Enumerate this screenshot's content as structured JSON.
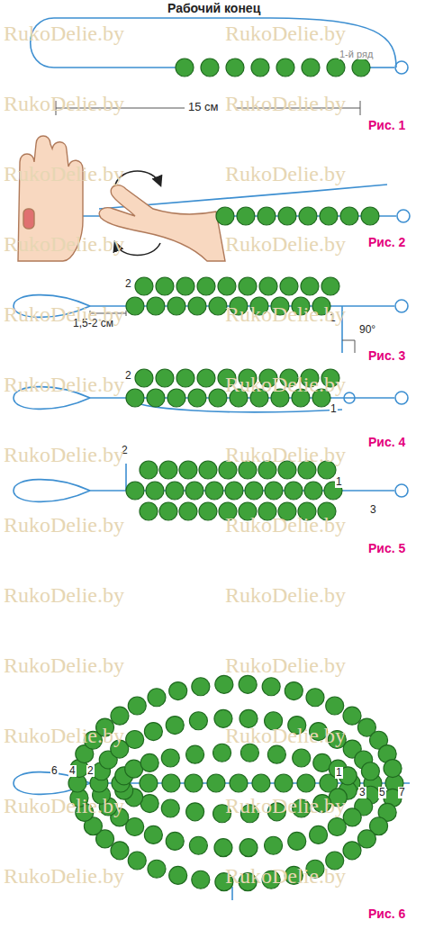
{
  "diagram": {
    "labels": [
      "Рабочий конец",
      "1-й ряд",
      "15 см",
      "Рис. 1",
      "Рис. 2",
      "2",
      "1,5-2 см",
      "1",
      "90°",
      "Рис. 3",
      "2",
      "1",
      "Рис. 4",
      "2",
      "1",
      "3",
      "Рис. 5",
      "6",
      "4",
      "2",
      "1",
      "3",
      "5",
      "7",
      "Рис. 6",
      "RukoDelie.by",
      "RukoDelie.by",
      "RukoDelie.by",
      "RukoDelie.by",
      "RukoDelie.by",
      "RukoDelie.by",
      "RukoDelie.by",
      "RukoDelie.by",
      "RukoDelie.by",
      "RukoDelie.by",
      "RukoDelie.by",
      "RukoDelie.by",
      "RukoDelie.by",
      "RukoDelie.by",
      "RukoDelie.by",
      "RukoDelie.by",
      "RukoDelie.by",
      "RukoDelie.by",
      "RukoDelie.by",
      "RukoDelie.by",
      "RukoDelie.by",
      "RukoDelie.by",
      "RukoDelie.by",
      "RukoDelie.by",
      "RukoDelie.by",
      "RukoDelie.by"
    ]
  }
}
